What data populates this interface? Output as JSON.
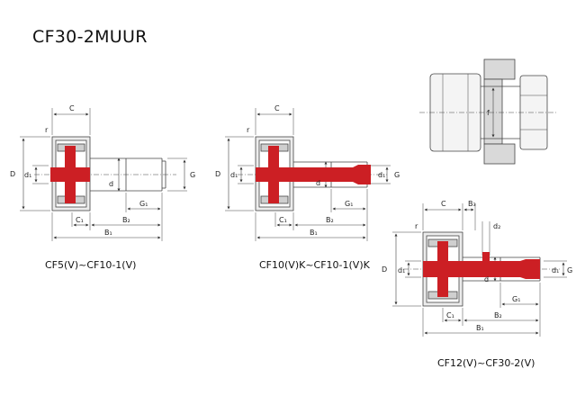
{
  "title": "CF30-2MUUR",
  "captions": {
    "a": "CF5(V)~CF10-1(V)",
    "b": "CF10(V)K~CF10-1(V)K",
    "c": "CF12(V)~CF30-2(V)"
  },
  "labels": {
    "C": "C",
    "r": "r",
    "D": "D",
    "d1": "d₁",
    "d": "d",
    "G": "G",
    "G1": "G₁",
    "C1": "C₁",
    "B2": "B₂",
    "B1": "B₁",
    "B3": "B₃",
    "d2": "d₂",
    "f": "f"
  },
  "colors": {
    "lubrication": "#cc1f24",
    "line": "#444444",
    "housing": "#d9d9d9"
  }
}
